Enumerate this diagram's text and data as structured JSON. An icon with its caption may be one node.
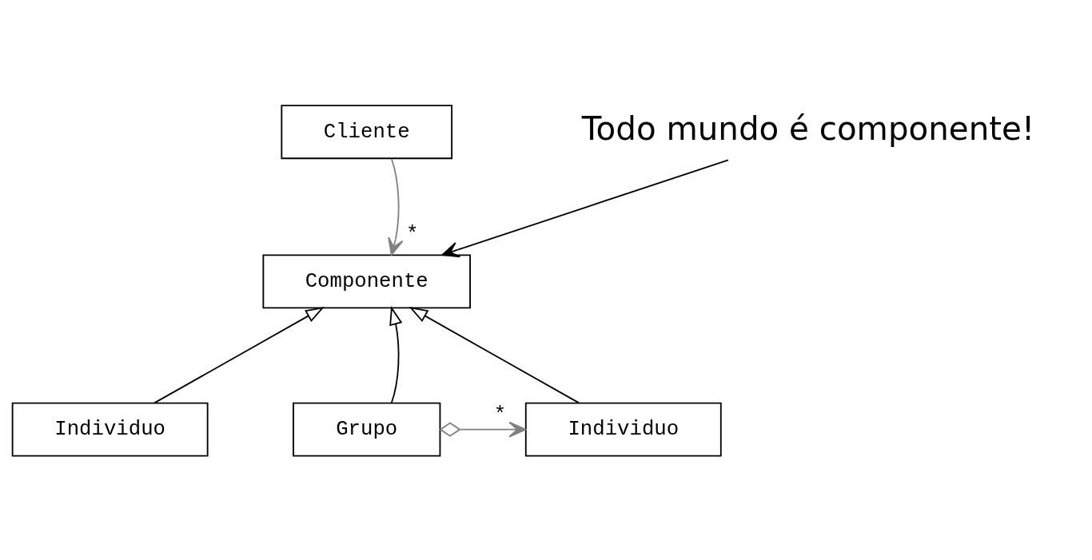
{
  "diagram": {
    "nodes": [
      {
        "text": [
          "Cliente"
        ]
      },
      {
        "text": [
          "Componente"
        ]
      },
      {
        "text": [
          "Individuo"
        ]
      },
      {
        "text": [
          "Grupo"
        ]
      },
      {
        "text": [
          "Individuo"
        ]
      },
      {
        "text": [
          "Todo mundo é componente!"
        ]
      }
    ],
    "edges": [
      {
        "from": 0,
        "to": 1,
        "arrow": "to",
        "label": "*",
        "color": "#808080"
      },
      {
        "from": 2,
        "to": 1,
        "arrow": "to"
      },
      {
        "from": 3,
        "to": 1,
        "arrow": "to"
      },
      {
        "from": 4,
        "to": 1,
        "arrow": "to"
      },
      {
        "from": 3,
        "to": 4,
        "arrow": "to",
        "label": "*",
        "color": "#808080"
      },
      {
        "from": 5,
        "to": 1,
        "arrow": "to"
      }
    ]
  }
}
